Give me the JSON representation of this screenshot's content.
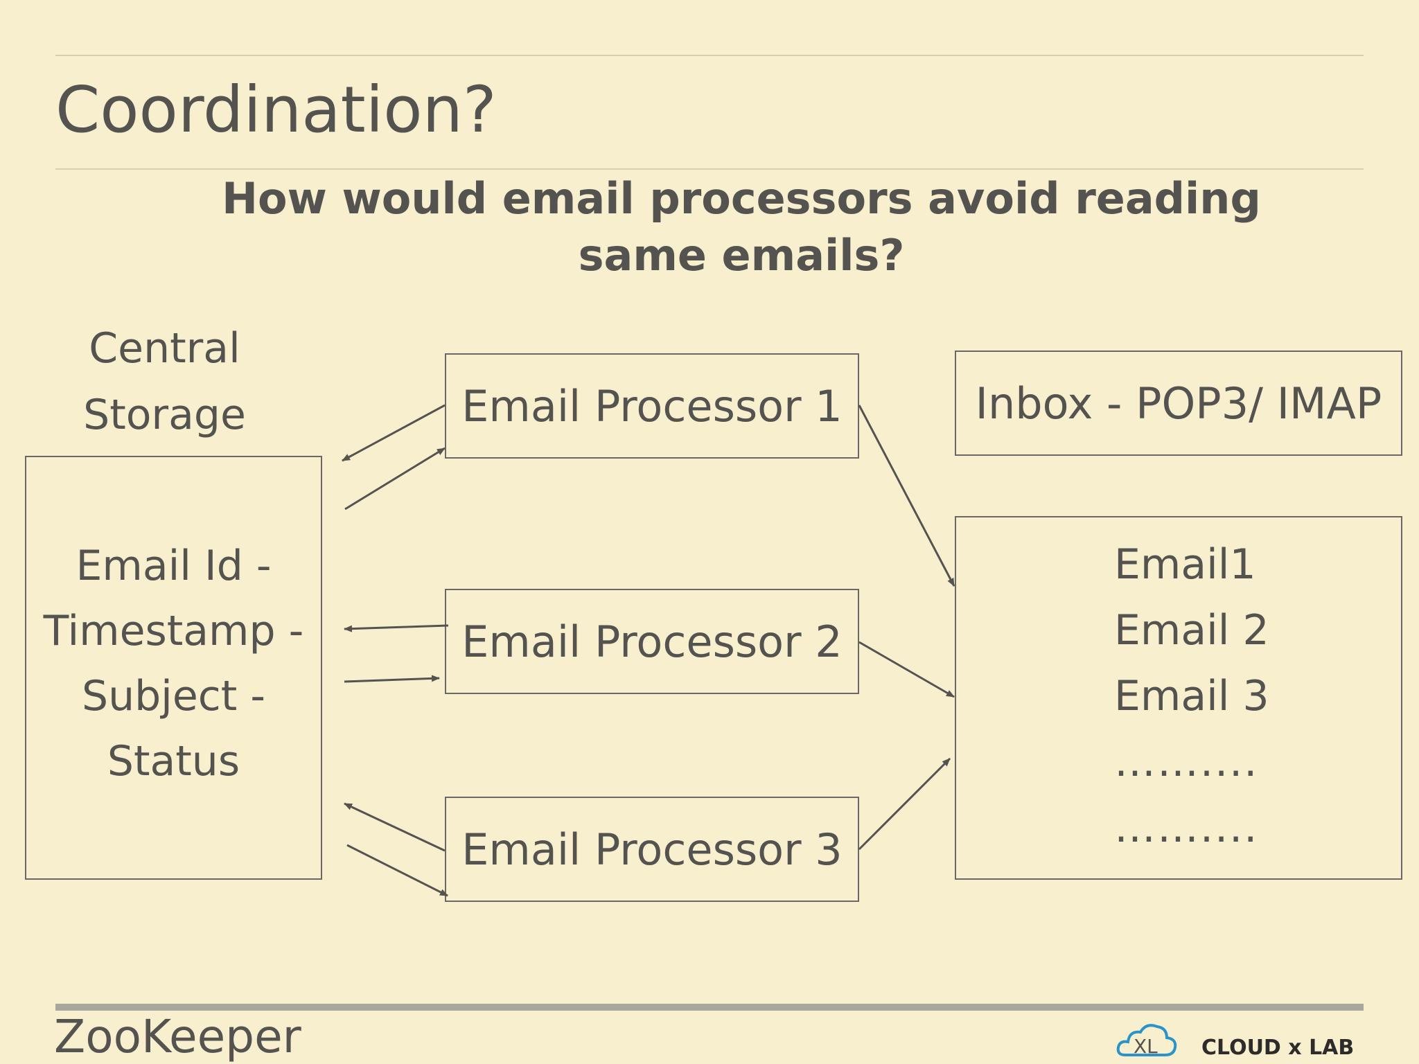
{
  "slide": {
    "title": "Coordination?",
    "question": "How would email processors avoid reading same emails?",
    "footer": "ZooKeeper"
  },
  "storage": {
    "label_lines": [
      "Central",
      "Storage"
    ],
    "fields": [
      "Email Id -",
      "Timestamp -",
      "Subject -",
      "Status"
    ]
  },
  "processors": [
    "Email Processor 1",
    "Email Processor 2",
    "Email Processor 3"
  ],
  "inbox": {
    "label": "Inbox - POP3/ IMAP",
    "emails": [
      "Email1",
      "Email 2",
      "Email 3",
      "……....",
      "……...."
    ]
  },
  "logo": {
    "text": "CLOUD x LAB",
    "mark": "XL"
  },
  "colors": {
    "background": "#f8efcf",
    "text": "#555350",
    "lines": "#555350"
  }
}
